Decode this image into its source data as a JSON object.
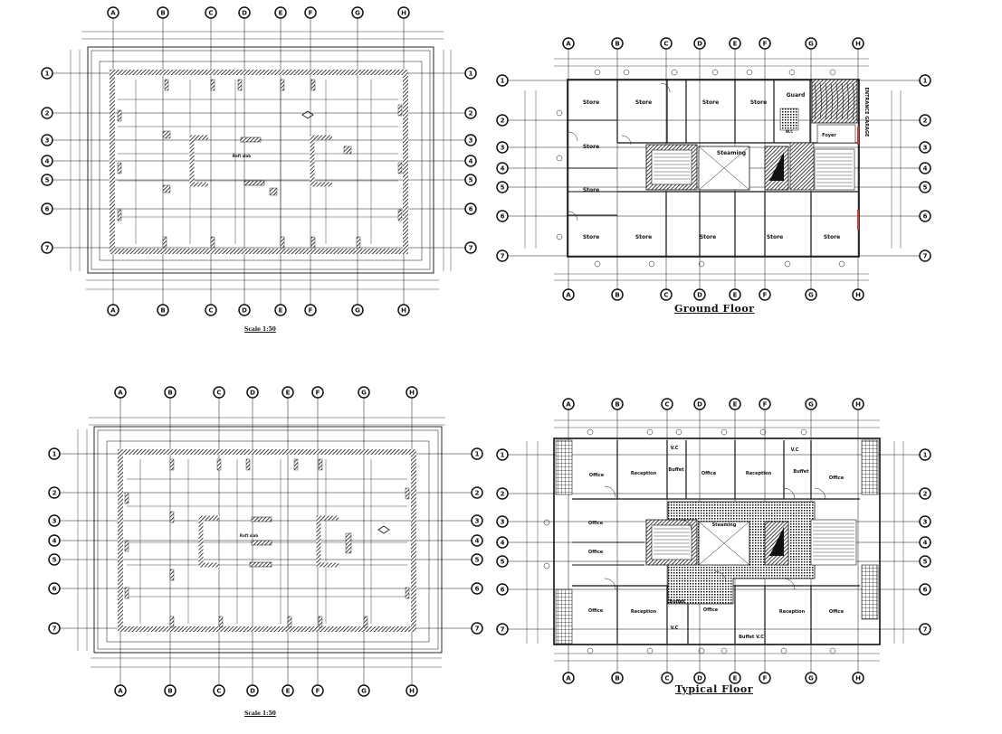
{
  "drawing": {
    "captions": {
      "ground_floor": "Ground Floor",
      "typical_floor": "Typical Floor",
      "scale_top": "Scale 1:50",
      "scale_bottom": "Scale 1:50"
    },
    "axes": {
      "columns": [
        "A",
        "B",
        "C",
        "D",
        "E",
        "F",
        "G",
        "H"
      ],
      "rows": [
        "1",
        "2",
        "3",
        "4",
        "5",
        "6",
        "7"
      ]
    },
    "ground_floor_rooms": [
      "Store",
      "Store",
      "Store",
      "Store",
      "Guard",
      "Store",
      "Store",
      "Steaming",
      "Store",
      "Store",
      "Store",
      "Store",
      "Store",
      "Store"
    ],
    "ground_floor_extra": {
      "fuel": "W.C",
      "garage": "ENTRANCE GARAGE",
      "foyer": "Foyer"
    },
    "typical_floor_rooms": [
      "Office",
      "Reception",
      "V.C",
      "Buffet",
      "Office",
      "Reception",
      "V.C",
      "Buffet",
      "Office",
      "Office",
      "Office",
      "Steaming",
      "Office",
      "Reception",
      "Buffet",
      "V.C",
      "Office",
      "Buffet V.C",
      "Reception",
      "Office"
    ],
    "foundation_labels": {
      "top": "Raft slab",
      "bottom": "Raft slab"
    }
  }
}
